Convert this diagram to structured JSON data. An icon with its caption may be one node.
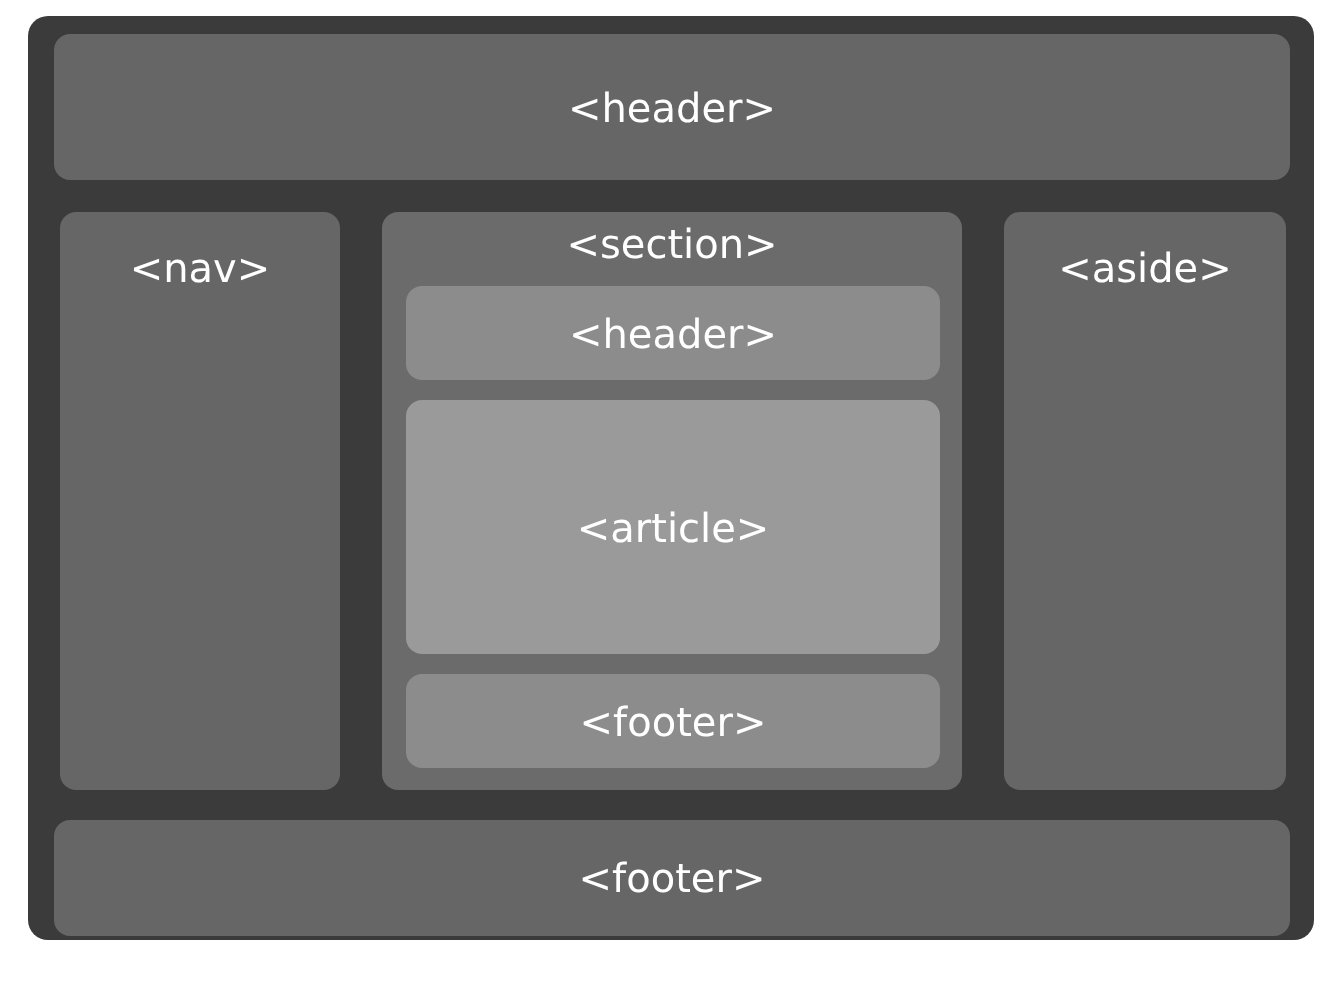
{
  "diagram": {
    "nodes": [
      {
        "text": [],
        "shape": "box"
      },
      {
        "text": [
          "<header>"
        ],
        "in": 0
      },
      {
        "text": [
          "<nav>"
        ],
        "in": 0
      },
      {
        "text": [
          "<section>"
        ],
        "in": 0
      },
      {
        "text": [
          "<header>"
        ],
        "in": 3
      },
      {
        "text": [
          "<article>"
        ],
        "in": 3
      },
      {
        "text": [
          "<footer>"
        ],
        "in": 3
      },
      {
        "text": [
          "<aside>"
        ],
        "in": 0
      },
      {
        "text": [
          "<footer>"
        ],
        "in": 0
      }
    ]
  }
}
